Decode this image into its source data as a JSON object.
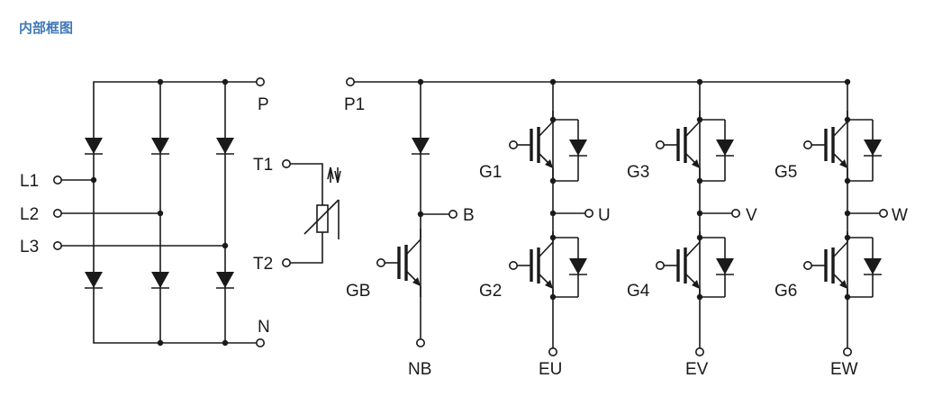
{
  "header": {
    "title": "内部框图"
  },
  "labels": {
    "P": "P",
    "N": "N",
    "L1": "L1",
    "L2": "L2",
    "L3": "L3",
    "T1": "T1",
    "T2": "T2",
    "P1": "P1",
    "B": "B",
    "GB": "GB",
    "NB": "NB",
    "G1": "G1",
    "G2": "G2",
    "G3": "G3",
    "G4": "G4",
    "G5": "G5",
    "G6": "G6",
    "U": "U",
    "V": "V",
    "W": "W",
    "EU": "EU",
    "EV": "EV",
    "EW": "EW"
  }
}
